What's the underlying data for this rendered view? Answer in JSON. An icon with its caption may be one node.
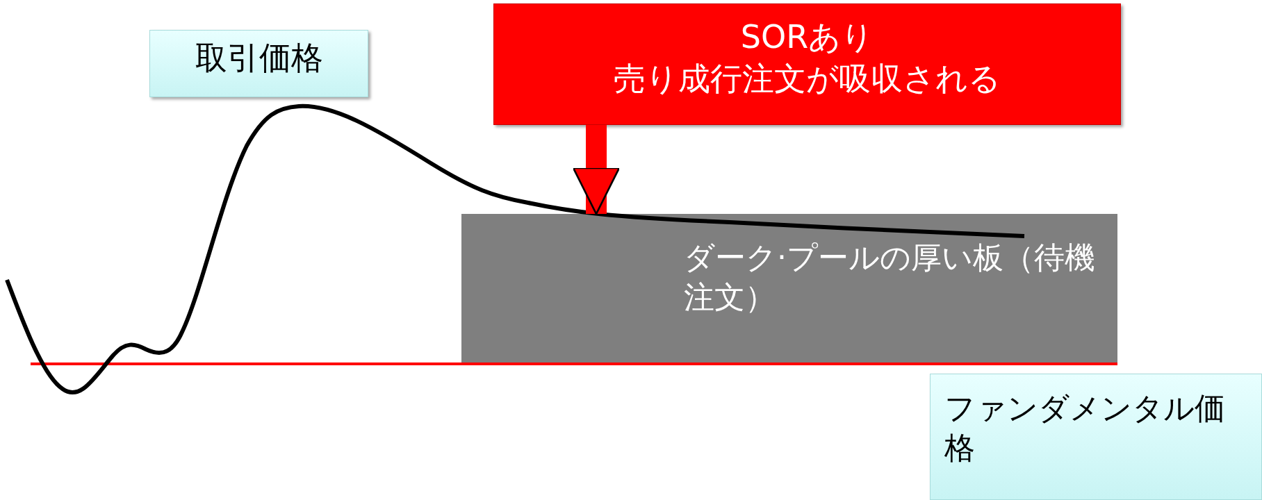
{
  "diagram": {
    "nodes": [
      {
        "text": [
          "取引価格"
        ]
      },
      {
        "text": [
          "SORあり",
          "売り成行注文が吸収される"
        ]
      },
      {
        "text": [
          "ダーク·プールの厚い板（待機注文）"
        ]
      },
      {
        "text": [
          "ファンダメンタル価格"
        ]
      }
    ],
    "edges": [
      {
        "from": 1,
        "to": 2,
        "arrow": "to"
      }
    ]
  }
}
